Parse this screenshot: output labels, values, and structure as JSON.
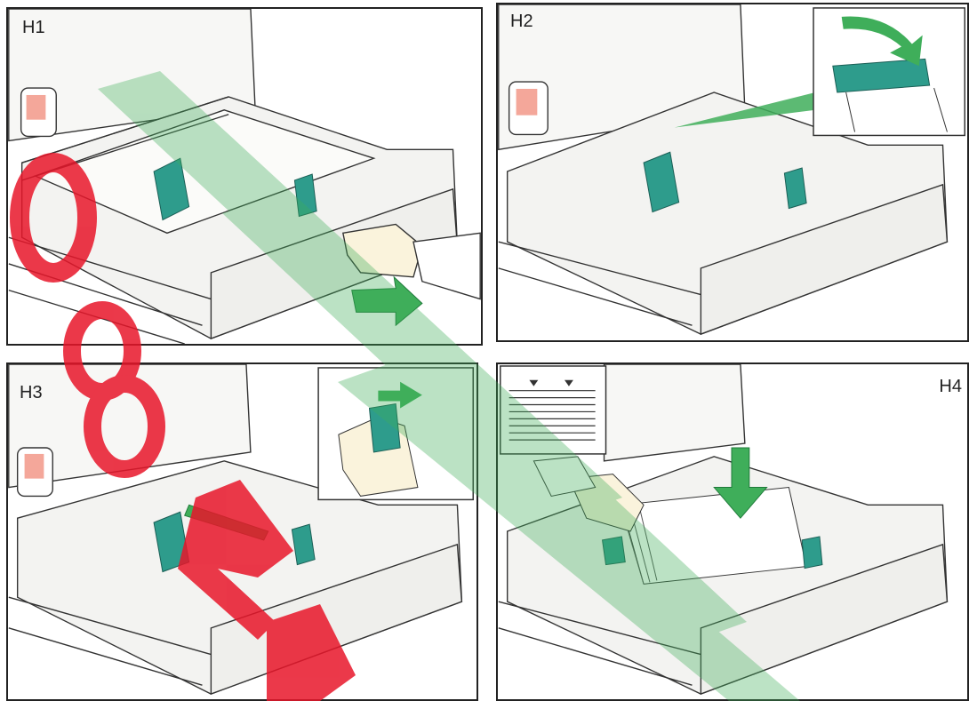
{
  "panels": [
    {
      "label": "H1"
    },
    {
      "label": "H2"
    },
    {
      "label": "H3"
    },
    {
      "label": "H4"
    }
  ],
  "colors": {
    "accent": "#2e9c8c",
    "arrow": "#3fae5a",
    "line": "#333333",
    "tray": "#f4f4f2",
    "watermark_red": "#e8162a",
    "watermark_green": "#1f9a4a"
  },
  "icons": [
    "paper-tray-icon",
    "pull-arrow-icon",
    "insert-arrow-icon",
    "paper-stack-icon",
    "hand-icon",
    "paper-guide-icon"
  ],
  "watermark": {
    "red_text": "08",
    "green_text": ""
  }
}
